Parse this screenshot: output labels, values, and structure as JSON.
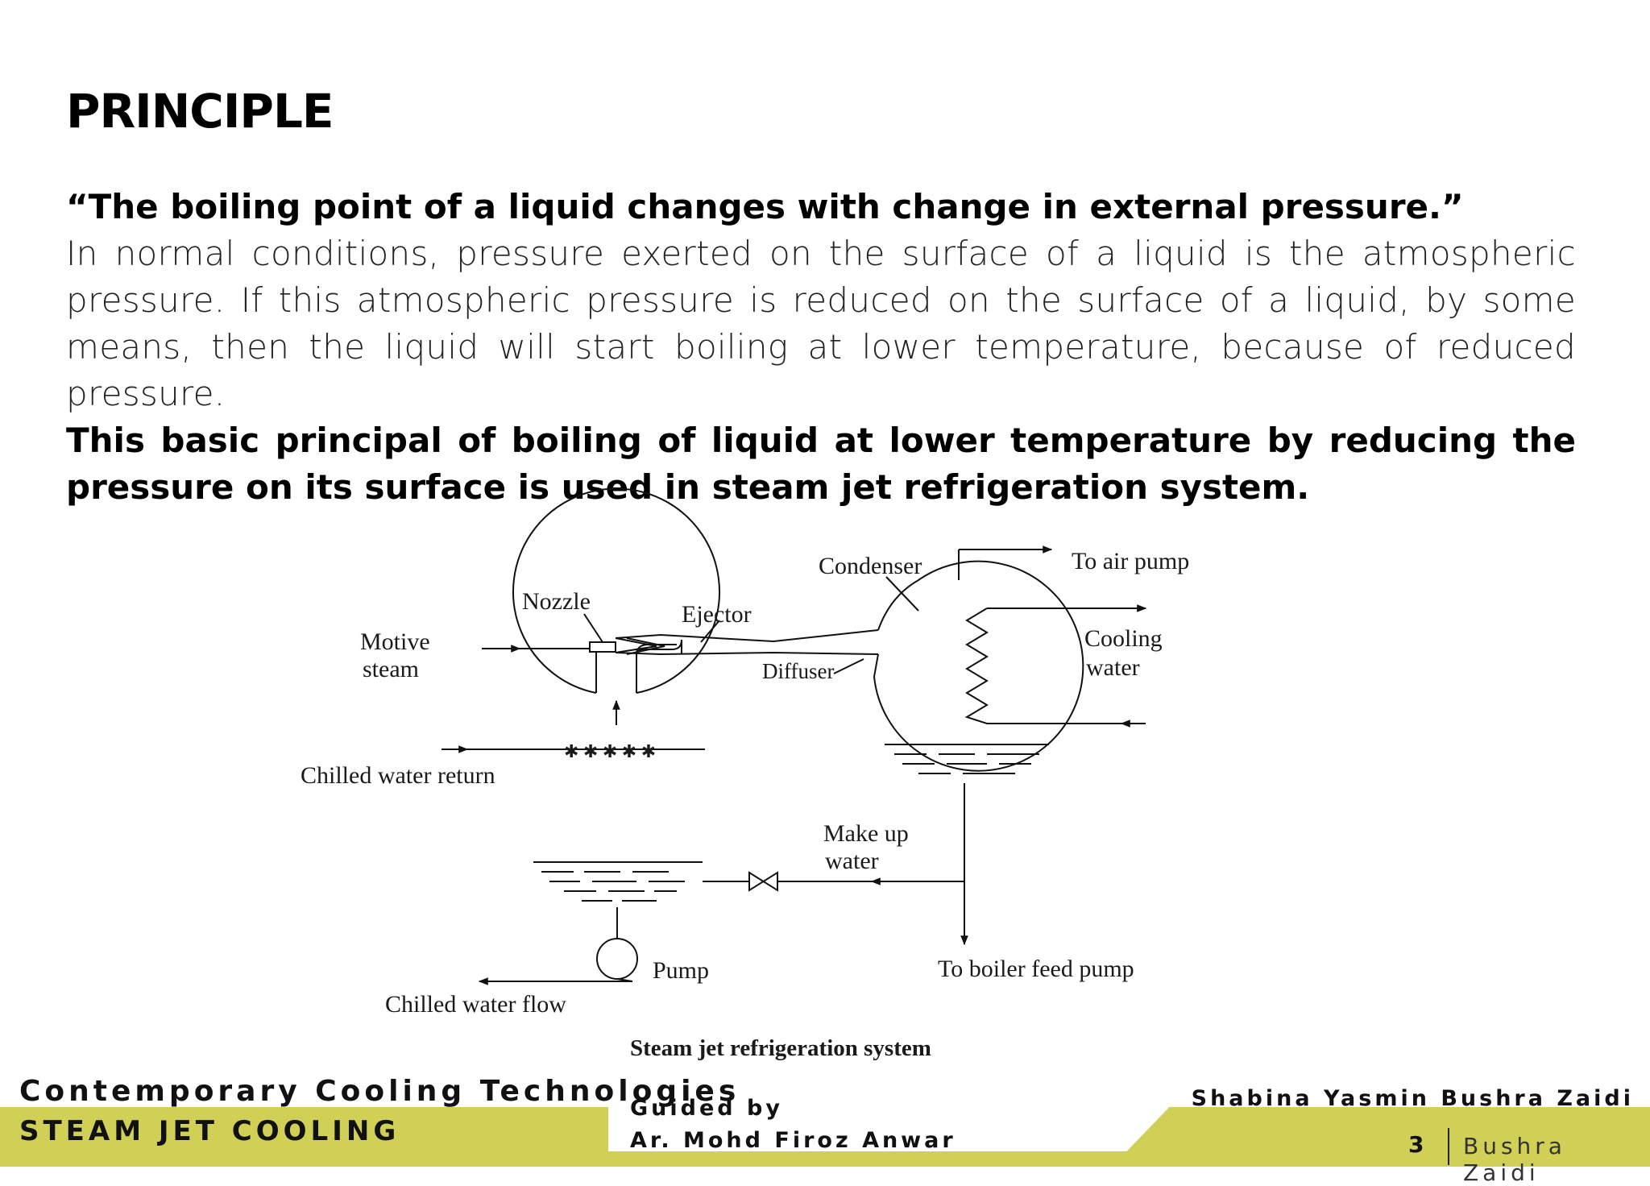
{
  "slide": {
    "title": "PRINCIPLE",
    "quote": "“The boiling point of a liquid changes with change in external pressure.”",
    "paragraph": "In normal conditions, pressure exerted on the surface of a liquid is the atmospheric pressure. If this atmospheric pressure is reduced on the surface of a liquid, by some means, then the liquid will start boiling at lower temperature, because of reduced pressure.",
    "conclusion": "This basic principal of boiling of liquid at lower temperature by reducing the pressure on its surface is used in steam jet refrigeration system."
  },
  "diagram": {
    "caption": "Steam jet refrigeration system",
    "labels": {
      "condenser": "Condenser",
      "to_air_pump": "To air pump",
      "nozzle": "Nozzle",
      "ejector": "Ejector",
      "motive_steam_1": "Motive",
      "motive_steam_2": "steam",
      "diffuser": "Diffuser",
      "cooling_water_1": "Cooling",
      "cooling_water_2": "water",
      "chilled_water_return": "Chilled water return",
      "make_up_water_1": "Make up",
      "make_up_water_2": "water",
      "pump": "Pump",
      "to_boiler_feed_pump": "To boiler feed pump",
      "chilled_water_flow": "Chilled water flow"
    }
  },
  "footer": {
    "course": "Contemporary Cooling Technologies",
    "topic": "STEAM JET COOLING",
    "guided_by_label": "Guided by",
    "guide_name": "Ar. Mohd Firoz Anwar",
    "authors": "Shabina Yasmin  Bushra Zaidi",
    "page_number": "3",
    "author_repeat": "Bushra Zaidi"
  },
  "colors": {
    "accent_band": "#cfd055",
    "text": "#000000"
  }
}
